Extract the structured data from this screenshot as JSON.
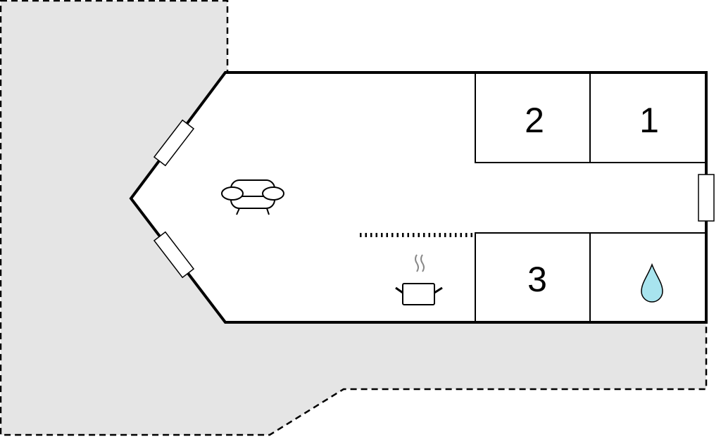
{
  "floorplan": {
    "rooms": [
      {
        "id": "room-1",
        "label": "1"
      },
      {
        "id": "room-2",
        "label": "2"
      },
      {
        "id": "room-3",
        "label": "3"
      }
    ],
    "icons": [
      "sofa-icon",
      "cooking-pot-icon",
      "water-drop-icon"
    ],
    "colors": {
      "terrace": "#e5e5e5",
      "wall": "#000000",
      "water": "#a8e4ee",
      "steam": "#888888"
    }
  }
}
